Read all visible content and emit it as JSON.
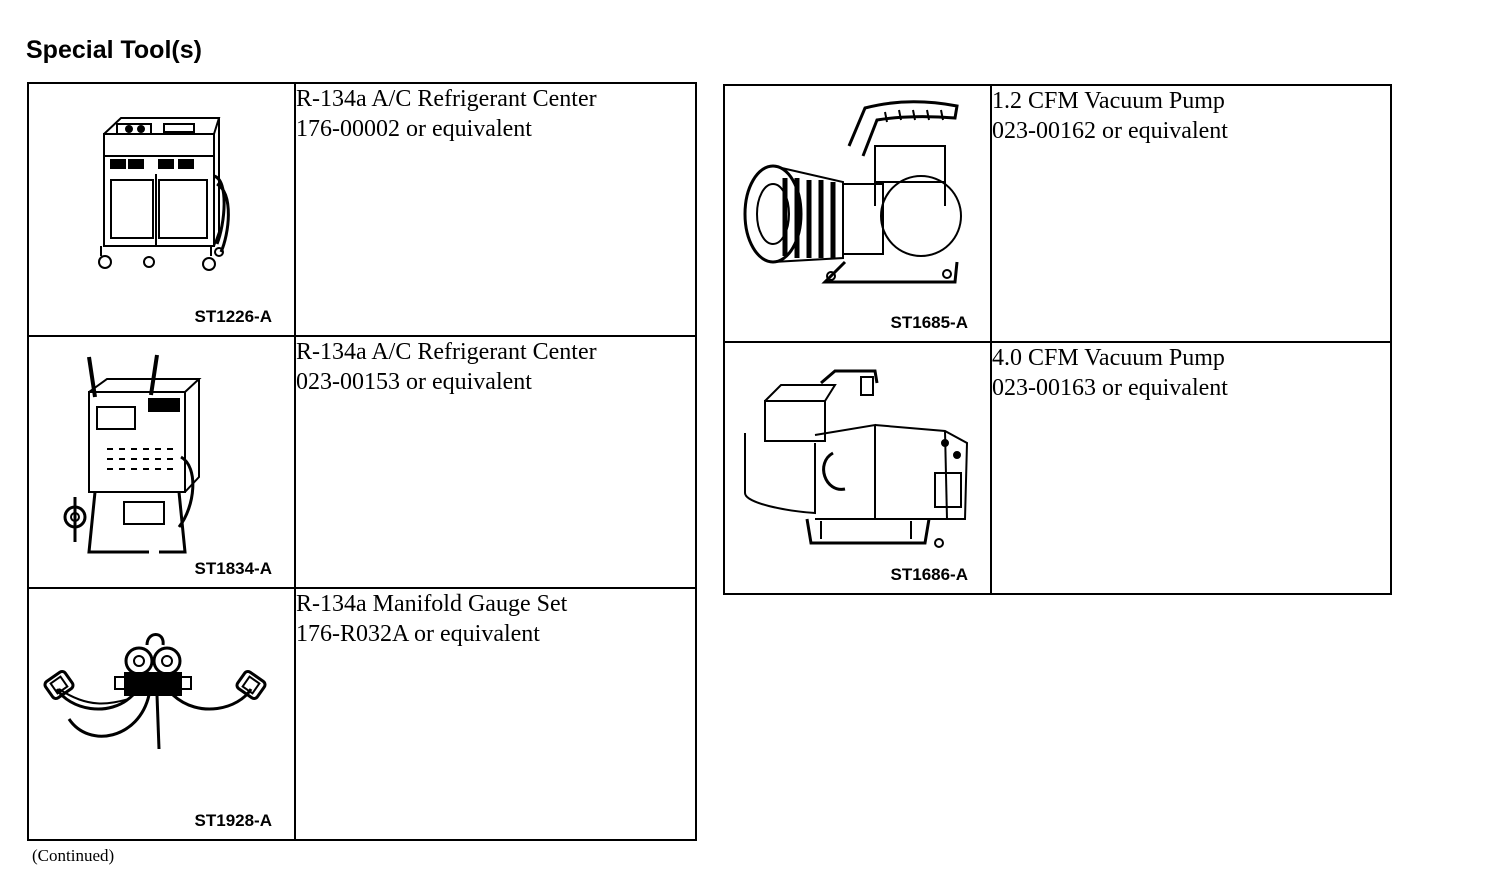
{
  "heading": "Special Tool(s)",
  "tools_left": [
    {
      "code": "ST1226-A",
      "name": "R-134a A/C Refrigerant Center",
      "part": "176-00002 or equivalent"
    },
    {
      "code": "ST1834-A",
      "name": "R-134a A/C Refrigerant Center",
      "part": "023-00153 or equivalent"
    },
    {
      "code": "ST1928-A",
      "name": "R-134a Manifold Gauge Set",
      "part": "176-R032A or equivalent"
    }
  ],
  "tools_right": [
    {
      "code": "ST1685-A",
      "name": "1.2 CFM Vacuum Pump",
      "part": "023-00162 or equivalent"
    },
    {
      "code": "ST1686-A",
      "name": "4.0 CFM Vacuum Pump",
      "part": "023-00163 or equivalent"
    }
  ],
  "footer": "(Continued)"
}
